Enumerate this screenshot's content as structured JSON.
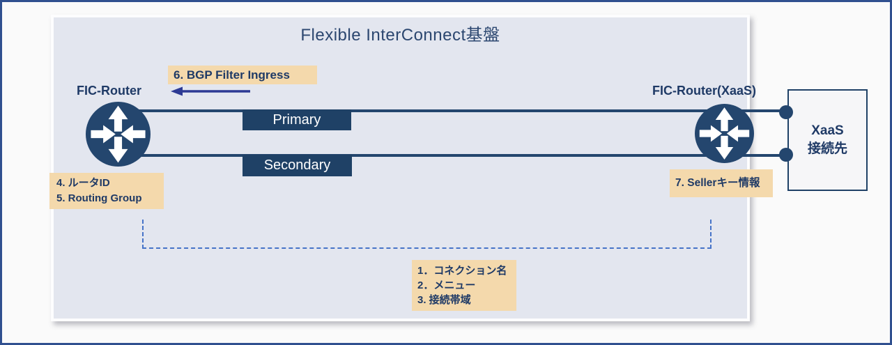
{
  "title": "Flexible InterConnect基盤",
  "routers": {
    "left_label": "FIC-Router",
    "right_label": "FIC-Router(XaaS)"
  },
  "links": {
    "primary_label": "Primary",
    "secondary_label": "Secondary"
  },
  "notes": {
    "bgp": {
      "text": "6. BGP Filter Ingress"
    },
    "router": {
      "line1": "4. ルータID",
      "line2": "5. Routing Group"
    },
    "seller": {
      "text": "7. Sellerキー情報"
    },
    "connection": {
      "line1": "1．コネクション名",
      "line2": "2．メニュー",
      "line3": "3. 接続帯域"
    }
  },
  "xaas": {
    "line1": "XaaS",
    "line2": "接続先"
  },
  "colors": {
    "navy": "#1f4166",
    "router_icon": "#24466e",
    "note_background": "#f4d9ac",
    "panel_background": "#e3e6ef",
    "outer_border": "#30508f",
    "dashed_line": "#4673c8",
    "bgp_arrow": "#2d3a94",
    "text_navy": "#1f3a66"
  }
}
